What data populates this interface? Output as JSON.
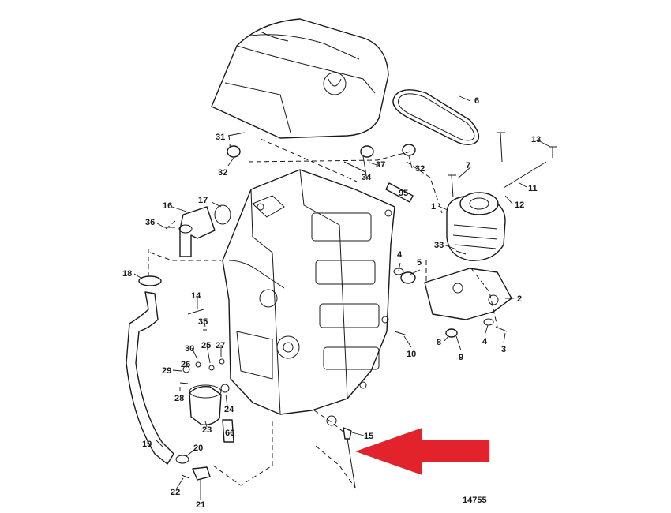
{
  "figure_number": "14755",
  "arrow_color": "#e3232b",
  "callouts": [
    {
      "id": "c1",
      "text": "1"
    },
    {
      "id": "c2",
      "text": "2"
    },
    {
      "id": "c3",
      "text": "3"
    },
    {
      "id": "c4a",
      "text": "4"
    },
    {
      "id": "c4b",
      "text": "4"
    },
    {
      "id": "c5",
      "text": "5"
    },
    {
      "id": "c6",
      "text": "6"
    },
    {
      "id": "c7",
      "text": "7"
    },
    {
      "id": "c8",
      "text": "8"
    },
    {
      "id": "c9",
      "text": "9"
    },
    {
      "id": "c10",
      "text": "10"
    },
    {
      "id": "c11",
      "text": "11"
    },
    {
      "id": "c12",
      "text": "12"
    },
    {
      "id": "c13",
      "text": "13"
    },
    {
      "id": "c14",
      "text": "14"
    },
    {
      "id": "c15",
      "text": "15"
    },
    {
      "id": "c16",
      "text": "16"
    },
    {
      "id": "c17",
      "text": "17"
    },
    {
      "id": "c18",
      "text": "18"
    },
    {
      "id": "c19",
      "text": "19"
    },
    {
      "id": "c20",
      "text": "20"
    },
    {
      "id": "c21",
      "text": "21"
    },
    {
      "id": "c22",
      "text": "22"
    },
    {
      "id": "c23",
      "text": "23"
    },
    {
      "id": "c24",
      "text": "24"
    },
    {
      "id": "c25",
      "text": "25"
    },
    {
      "id": "c26",
      "text": "26"
    },
    {
      "id": "c27",
      "text": "27"
    },
    {
      "id": "c28",
      "text": "28"
    },
    {
      "id": "c29",
      "text": "29"
    },
    {
      "id": "c30",
      "text": "30"
    },
    {
      "id": "c31",
      "text": "31"
    },
    {
      "id": "c32a",
      "text": "32"
    },
    {
      "id": "c32b",
      "text": "32"
    },
    {
      "id": "c33",
      "text": "33"
    },
    {
      "id": "c34",
      "text": "34"
    },
    {
      "id": "c35",
      "text": "35"
    },
    {
      "id": "c36",
      "text": "36"
    },
    {
      "id": "c37",
      "text": "37"
    }
  ],
  "tube_labels": {
    "sealant_95": "95",
    "sealant_66": "66"
  }
}
